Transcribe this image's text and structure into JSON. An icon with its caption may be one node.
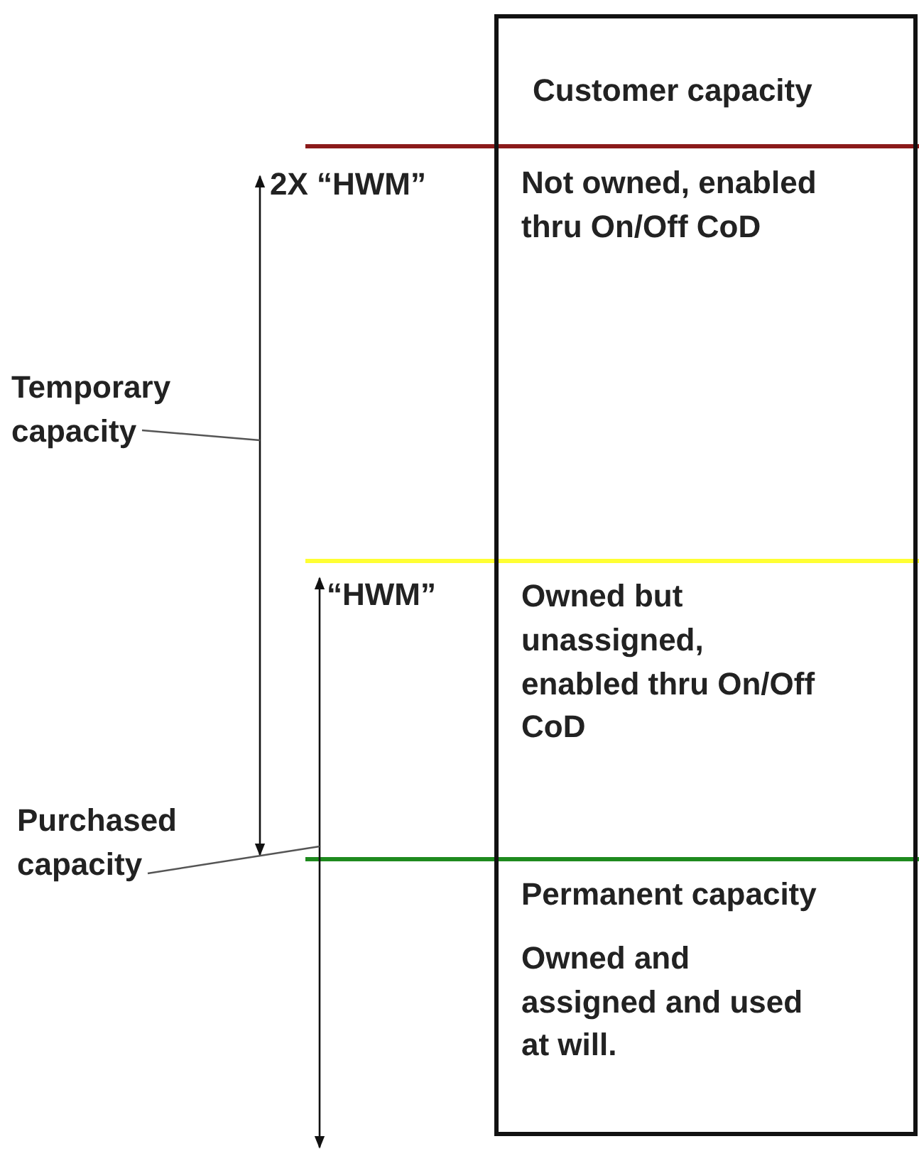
{
  "diagram": {
    "nodes": [
      {
        "text": [
          "Customer capacity"
        ]
      },
      {
        "text": [
          "Not owned, enabled thru On/Off CoD"
        ],
        "in": 0
      },
      {
        "text": [
          "Owned but unassigned, enabled thru On/Off CoD"
        ],
        "in": 0
      },
      {
        "text": [
          "Permanent capacity",
          "Owned and assigned and used at will."
        ],
        "in": 0
      },
      {
        "text": [
          "Temporary capacity"
        ]
      },
      {
        "text": [
          "Purchased capacity"
        ]
      }
    ],
    "edges": [
      {
        "from": 4,
        "to": null,
        "arrow": "none"
      },
      {
        "from": 5,
        "to": null,
        "arrow": "none"
      }
    ],
    "labels": [
      "2X “HWM”",
      "“HWM”"
    ]
  }
}
